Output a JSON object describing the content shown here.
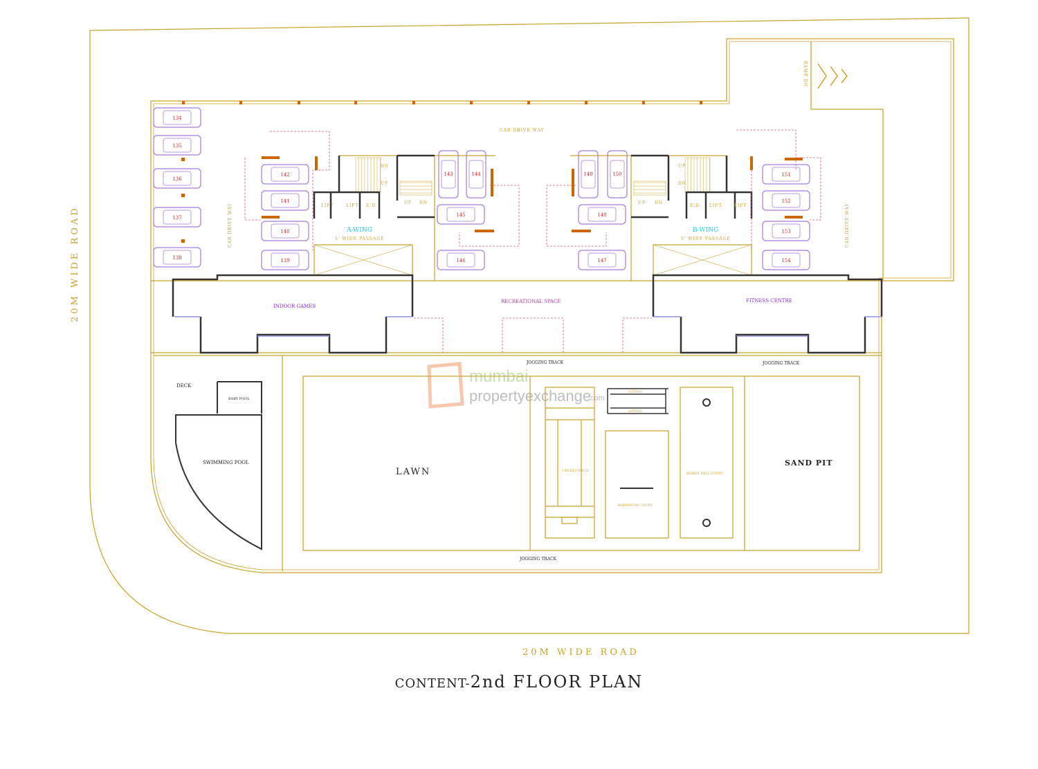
{
  "title": {
    "prefix": "CONTENT-",
    "main": "2nd FLOOR PLAN"
  },
  "roads": {
    "left": "20M WIDE ROAD",
    "bottom": "20M WIDE ROAD"
  },
  "ramp": "RAMP DN",
  "driveways": {
    "top": "CAR DRIVE WAY",
    "left": "CAR DRIVE WAY",
    "right": "CAR DRIVE WAY"
  },
  "wings": [
    {
      "name": "A-WING",
      "passage": "5' WIDE PASSAGE",
      "lifts": [
        "LIFT",
        "LIFT",
        "E.D."
      ],
      "stairs": [
        "DN",
        "UP",
        "UP",
        "DN"
      ]
    },
    {
      "name": "B-WING",
      "passage": "5' WIDE PASSAGE",
      "lifts": [
        "E.D.",
        "LIFT",
        "LIFT"
      ],
      "stairs": [
        "UP",
        "DN",
        "UP",
        "DN"
      ]
    }
  ],
  "rooms": {
    "indoor_games": "INDOOR GAMES",
    "recreational": "RECREATIONAL SPACE",
    "fitness": "FITNESS CENTRE"
  },
  "amenities": {
    "deck": "DECK",
    "baby_pool": "BABY POOL",
    "swimming_pool": "SWIMMING POOL",
    "lawn": "LAWN",
    "sand_pit": "SAND PIT",
    "cricket": "CRICKET PITCH",
    "badminton": "BADMINTON COURT",
    "basketball": "BASKET BALL COURT",
    "sitting": "SITTING",
    "jogging": [
      "JOGGING TRACK",
      "JOGGING TRACK",
      "JOGGING TRACK"
    ]
  },
  "parking_slots": [
    "134",
    "135",
    "136",
    "137",
    "138",
    "139",
    "140",
    "141",
    "142",
    "143",
    "144",
    "145",
    "146",
    "147",
    "148",
    "149",
    "150",
    "151",
    "152",
    "153",
    "154"
  ],
  "watermark": {
    "brand": "mumbai",
    "sub": "propertyexchange",
    "tld": ".com"
  },
  "colors": {
    "line": "#c9a227",
    "wall": "#333333",
    "car": "#a77ad8",
    "slot_text": "#e02020",
    "dashed": "#e0508a",
    "wing": "#22c8e0",
    "room": "#8a2be2",
    "rec": "#b03ca0"
  }
}
